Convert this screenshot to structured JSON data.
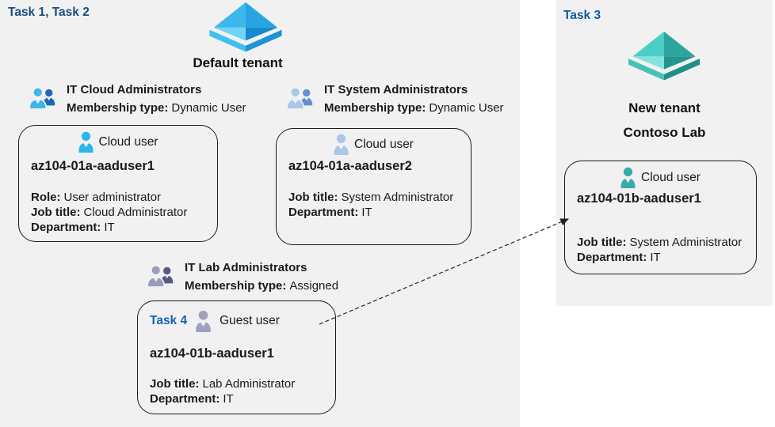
{
  "labels": {
    "task12": "Task 1, Task 2",
    "task3": "Task 3",
    "task4": "Task 4"
  },
  "default_tenant": {
    "title": "Default tenant",
    "groups": [
      {
        "name": "IT Cloud Administrators",
        "membership_label": "Membership type:",
        "membership": "Dynamic User"
      },
      {
        "name": "IT System Administrators",
        "membership_label": "Membership type:",
        "membership": "Dynamic User"
      },
      {
        "name": "IT Lab Administrators",
        "membership_label": "Membership type:",
        "membership": "Assigned"
      }
    ],
    "users": {
      "user1": {
        "type": "Cloud user",
        "name": "az104-01a-aaduser1",
        "fields": [
          {
            "label": "Role:",
            "value": "User administrator"
          },
          {
            "label": "Job title:",
            "value": "Cloud Administrator"
          },
          {
            "label": "Department:",
            "value": "IT"
          }
        ]
      },
      "user2": {
        "type": "Cloud user",
        "name": "az104-01a-aaduser2",
        "fields": [
          {
            "label": "Job title:",
            "value": "System Administrator"
          },
          {
            "label": "Department:",
            "value": "IT"
          }
        ]
      },
      "guest": {
        "type": "Guest user",
        "name": "az104-01b-aaduser1",
        "fields": [
          {
            "label": "Job title:",
            "value": "Lab Administrator"
          },
          {
            "label": "Department:",
            "value": "IT"
          }
        ]
      }
    }
  },
  "new_tenant": {
    "title_line1": "New tenant",
    "title_line2": "Contoso Lab",
    "user": {
      "type": "Cloud user",
      "name": "az104-01b-aaduser1",
      "fields": [
        {
          "label": "Job title:",
          "value": "System Administrator"
        },
        {
          "label": "Department:",
          "value": "IT"
        }
      ]
    }
  },
  "icons": {
    "default_tenant": "azure-ad-pyramid-blue",
    "new_tenant": "azure-ad-pyramid-teal",
    "group": "two-users-icon",
    "user": "single-user-icon",
    "arrow": "dashed-arrow"
  },
  "colors": {
    "panel_bg": "#f1f1f2",
    "task12_label": "#1b4d7e",
    "task3_label": "#0e5a9e",
    "task4_label": "#1363ae",
    "card_border": "#1a1a1a",
    "arrow": "#222222",
    "user_cyan": "#29b6e9",
    "user_light_blue": "#a9c7e8",
    "user_gray": "#9fa0bf",
    "user_teal": "#3aaba4",
    "group_cloud_front": "#3db6e8",
    "group_cloud_back": "#1e69b3",
    "group_system_front": "#a9c7e8",
    "group_system_back": "#6391cc",
    "group_lab_front": "#9b9cbb",
    "group_lab_back": "#565a80",
    "pyr_blue_1": "#3bb8ec",
    "pyr_blue_2": "#28a4e2",
    "pyr_blue_3": "#6fd4f6",
    "pyr_blue_4": "#1688cd",
    "pyr_blue_5": "#41bfee",
    "pyr_blue_6": "#1e93d6",
    "pyr_teal_1": "#4ccdc6",
    "pyr_teal_2": "#2da59e",
    "pyr_teal_3": "#83e4de",
    "pyr_teal_4": "#23958e",
    "pyr_teal_5": "#48c1ba",
    "pyr_teal_6": "#1f9089"
  }
}
